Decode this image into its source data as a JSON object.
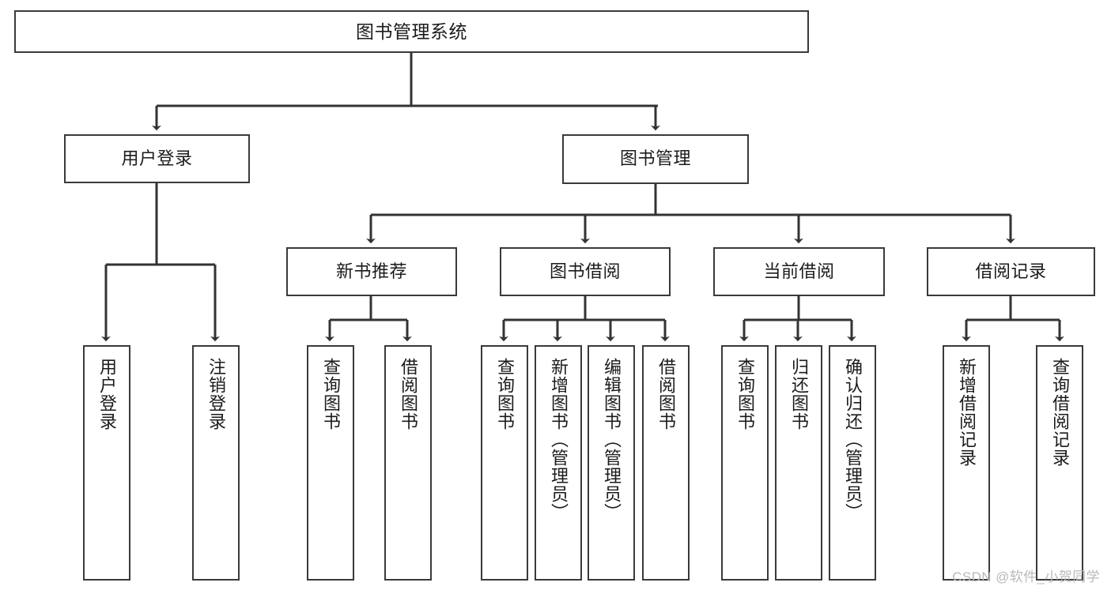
{
  "diagram": {
    "title": "图书管理系统",
    "watermark": "CSDN @软件_小贺同学",
    "colors": {
      "box_border": "#3a3a3a",
      "box_fill": "#ffffff",
      "line": "#333333",
      "text": "#1b1b1b",
      "watermark": "#b9b9b9"
    },
    "nodes": {
      "root": {
        "label": "图书管理系统"
      },
      "level2": [
        {
          "label": "用户登录"
        },
        {
          "label": "图书管理"
        }
      ],
      "level3": [
        {
          "label": "新书推荐"
        },
        {
          "label": "图书借阅"
        },
        {
          "label": "当前借阅"
        },
        {
          "label": "借阅记录"
        }
      ],
      "leaves": {
        "user_login": [
          {
            "label": "用户登录"
          },
          {
            "label": "注销登录"
          }
        ],
        "new_book_recommend": [
          {
            "label": "查询图书"
          },
          {
            "label": "借阅图书"
          }
        ],
        "book_borrow": [
          {
            "label": "查询图书"
          },
          {
            "label": "新增图书（管理员）"
          },
          {
            "label": "编辑图书（管理员）"
          },
          {
            "label": "借阅图书"
          }
        ],
        "current_borrow": [
          {
            "label": "查询图书"
          },
          {
            "label": "归还图书"
          },
          {
            "label": "确认归还（管理员）"
          }
        ],
        "borrow_record": [
          {
            "label": "新增借阅记录"
          },
          {
            "label": "查询借阅记录"
          }
        ]
      }
    }
  }
}
